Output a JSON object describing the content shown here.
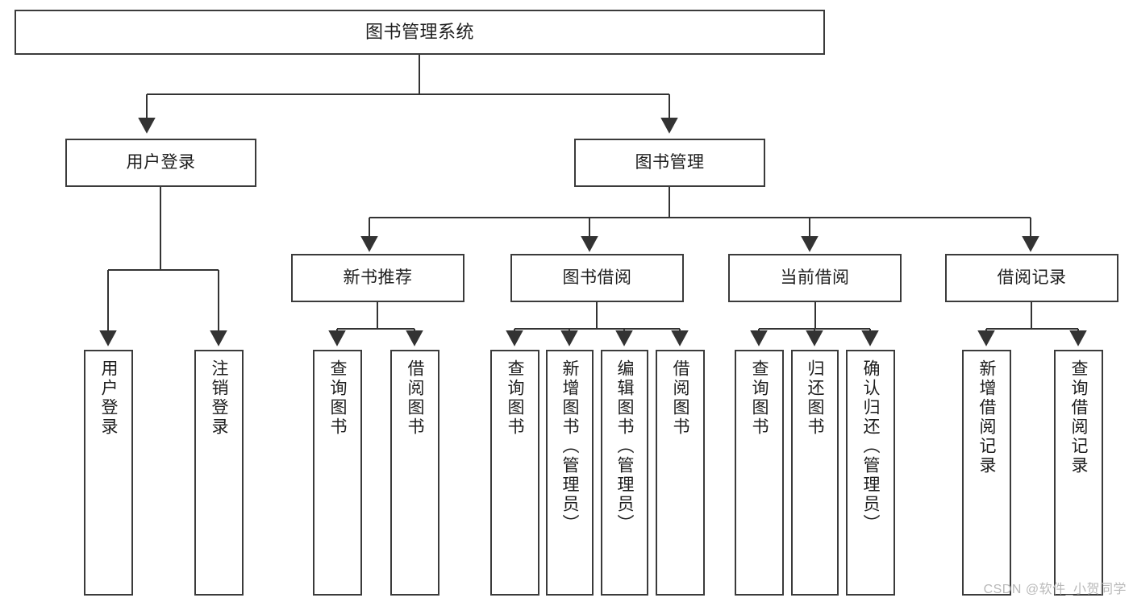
{
  "diagram": {
    "title": "图书管理系统",
    "watermark": "CSDN @软件_小贺同学",
    "colors": {
      "border": "#3b3b3b",
      "fill": "#ffffff",
      "text": "#1d1d1d",
      "connector": "#333333",
      "watermark": "#b9b9b9"
    },
    "root": {
      "label": "图书管理系统"
    },
    "level1": [
      {
        "label": "用户登录"
      },
      {
        "label": "图书管理"
      }
    ],
    "level2": [
      {
        "label": "新书推荐"
      },
      {
        "label": "图书借阅"
      },
      {
        "label": "当前借阅"
      },
      {
        "label": "借阅记录"
      }
    ],
    "leaves": {
      "user_login": [
        {
          "label": "用户登录"
        },
        {
          "label": "注销登录"
        }
      ],
      "new_book_recommend": [
        {
          "label": "查询图书"
        },
        {
          "label": "借阅图书"
        }
      ],
      "book_borrow": [
        {
          "label": "查询图书"
        },
        {
          "label": "新增图书（管理员）"
        },
        {
          "label": "编辑图书（管理员）"
        },
        {
          "label": "借阅图书"
        }
      ],
      "current_borrow": [
        {
          "label": "查询图书"
        },
        {
          "label": "归还图书"
        },
        {
          "label": "确认归还（管理员）"
        }
      ],
      "borrow_record": [
        {
          "label": "新增借阅记录"
        },
        {
          "label": "查询借阅记录"
        }
      ]
    }
  }
}
